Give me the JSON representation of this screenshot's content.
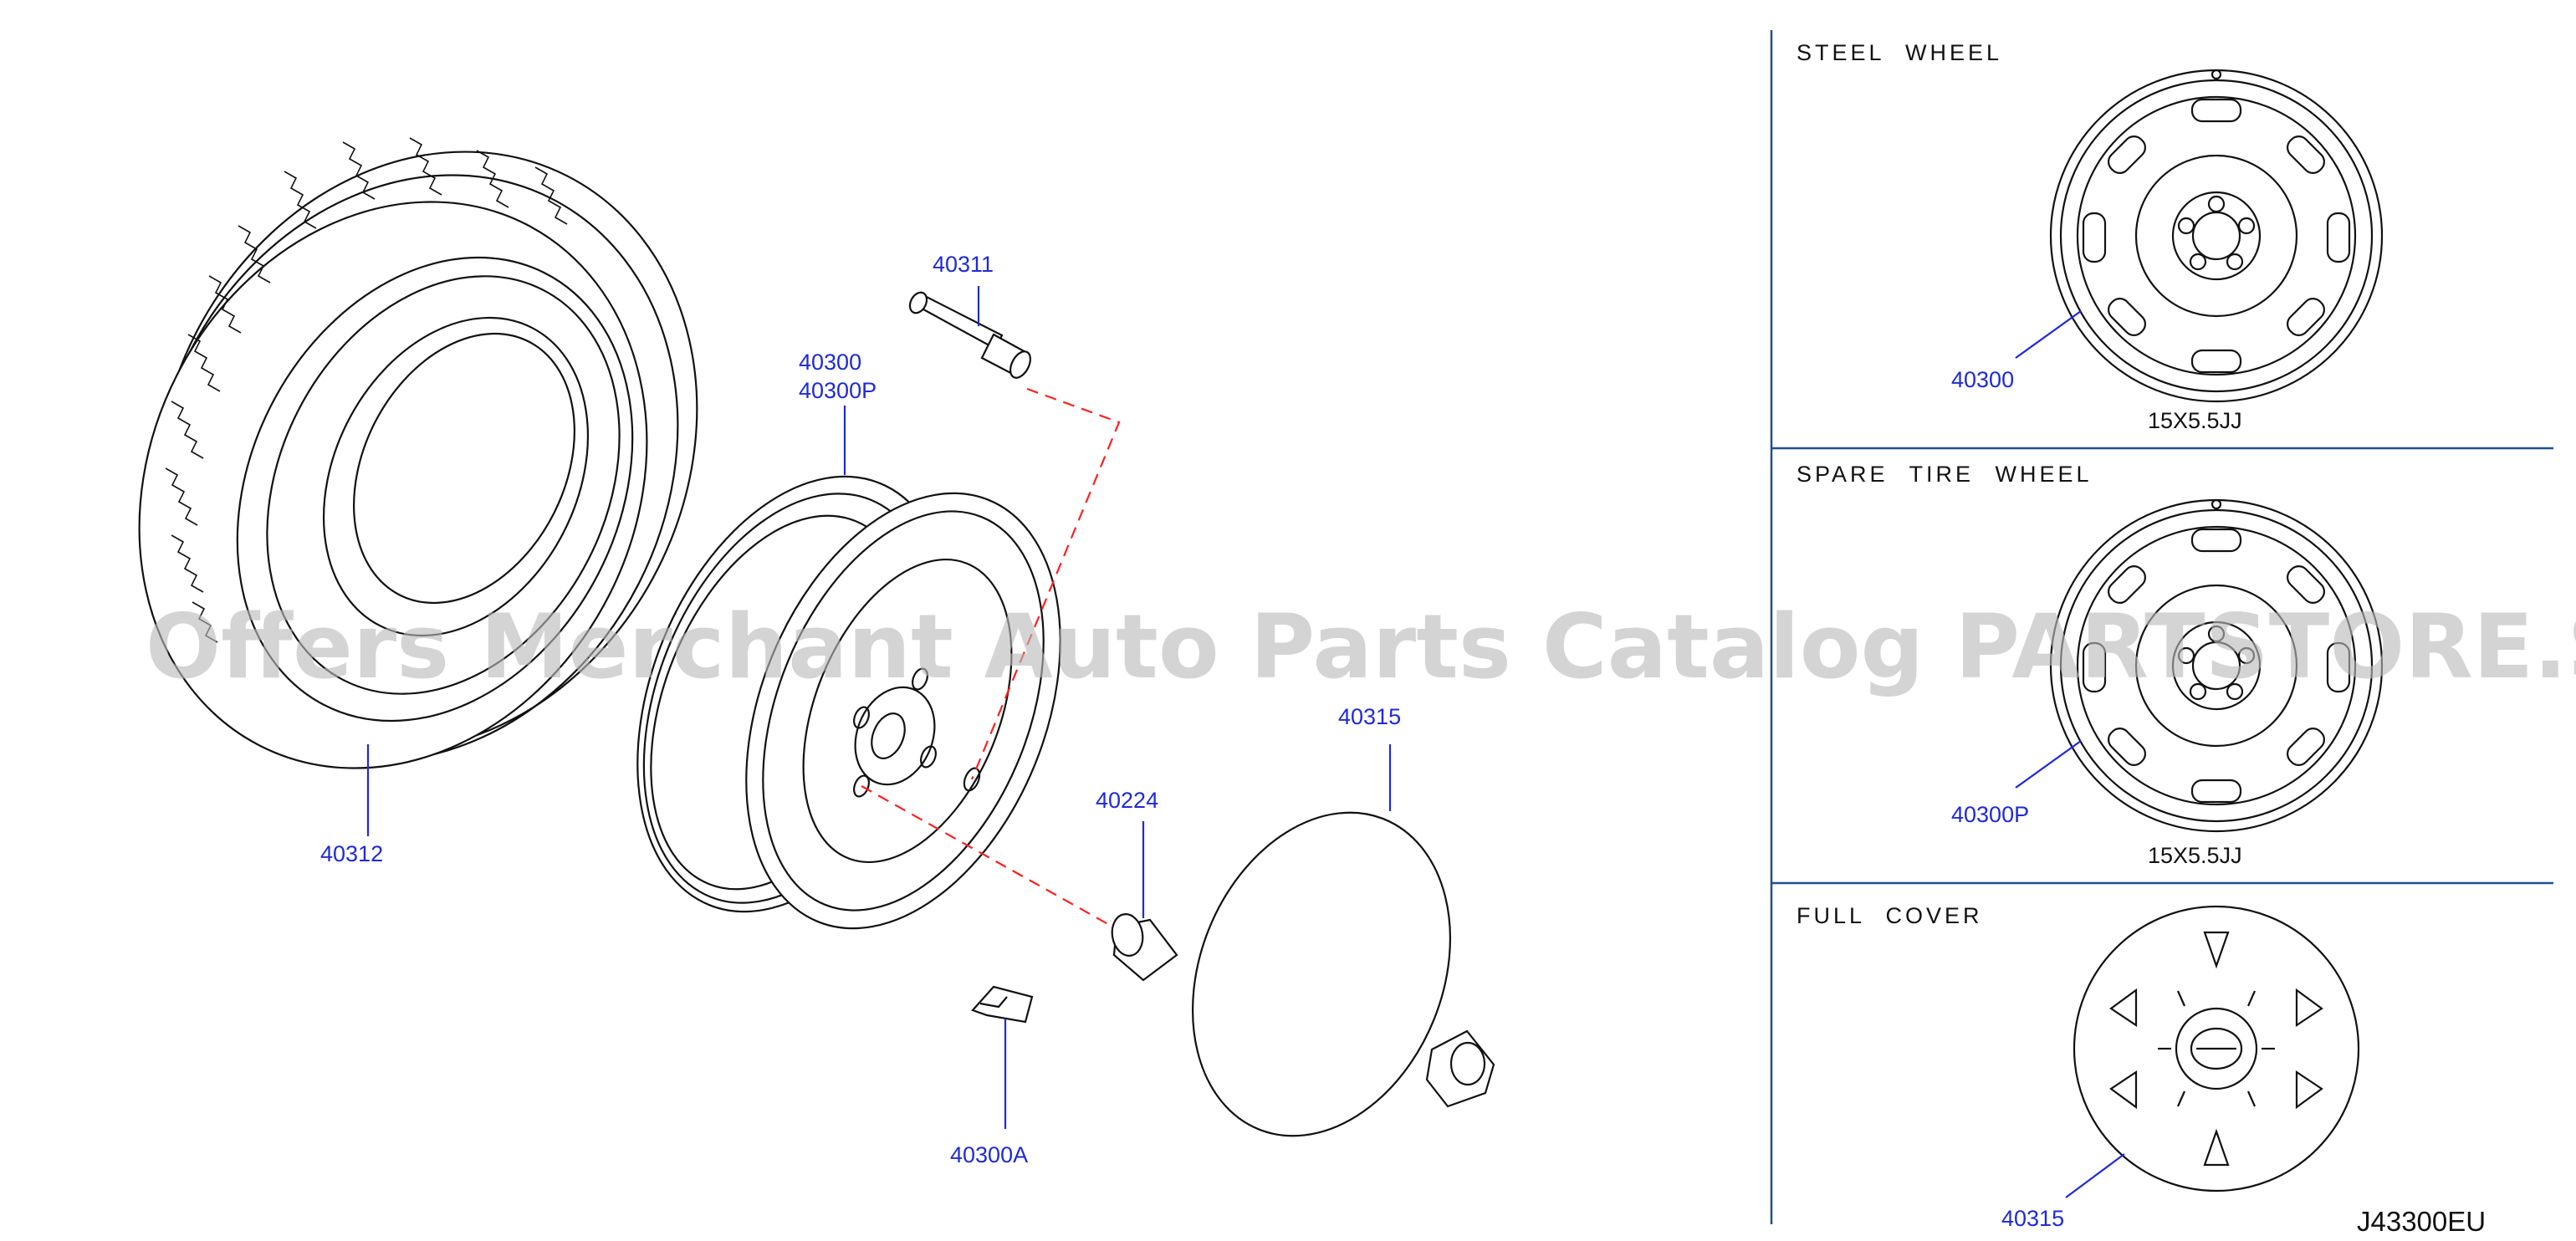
{
  "diagram_code": "J43300EU",
  "watermark": "Offers Merchant Auto Parts Catalog PARTSTORE.SA",
  "parts": {
    "tire": "40312",
    "valve": "40311",
    "wheel": "40300",
    "wheel_p": "40300P",
    "cover": "40315",
    "nut": "40224",
    "weight": "40300A"
  },
  "panels": [
    {
      "title": "STEEL WHEEL",
      "part": "40300",
      "size": "15X5.5JJ"
    },
    {
      "title": "SPARE TIRE WHEEL",
      "part": "40300P",
      "size": "15X5.5JJ"
    },
    {
      "title": "FULL COVER",
      "part": "40315"
    }
  ],
  "colors": {
    "label": "#1f2ad6",
    "leader": "#1f2ad6",
    "dashed": "#ff2020",
    "separator": "#1f4f8f",
    "line": "#111111"
  }
}
